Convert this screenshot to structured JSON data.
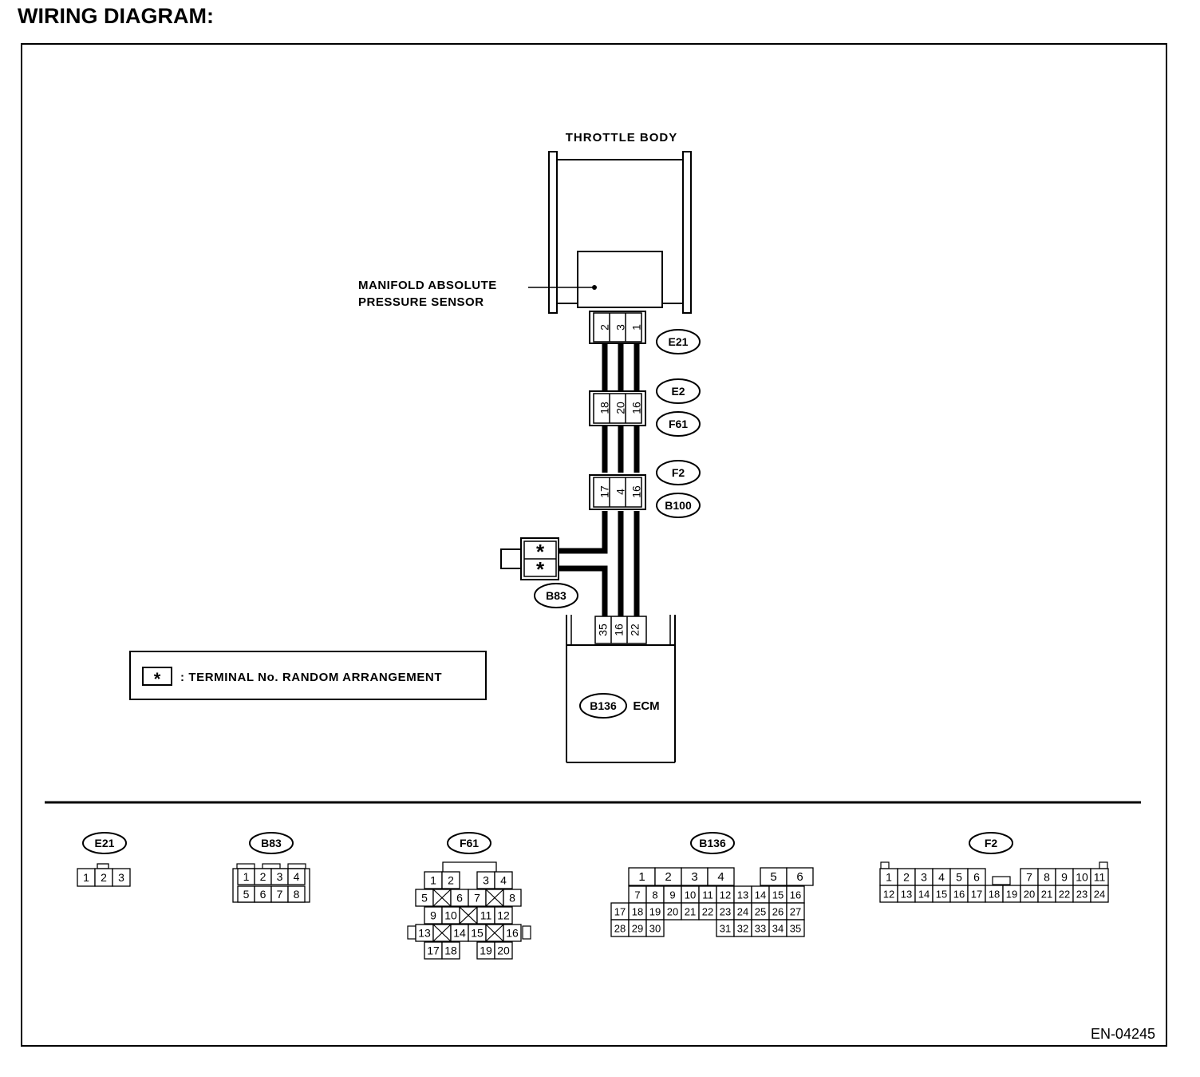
{
  "title": "WIRING DIAGRAM:",
  "doc_id": "EN-04245",
  "components": {
    "throttle_body": "THROTTLE BODY",
    "map_sensor_line1": "MANIFOLD ABSOLUTE",
    "map_sensor_line2": "PRESSURE SENSOR",
    "ecm": "ECM"
  },
  "legend": {
    "symbol": "*",
    "text": ": TERMINAL No. RANDOM ARRANGEMENT"
  },
  "connectors": {
    "e21": {
      "label": "E21",
      "pins": [
        "2",
        "3",
        "1"
      ]
    },
    "e2_f61": {
      "labels": [
        "E2",
        "F61"
      ],
      "pins": [
        "18",
        "20",
        "16"
      ]
    },
    "f2_b100": {
      "labels": [
        "F2",
        "B100"
      ],
      "pins": [
        "17",
        "4",
        "16"
      ]
    },
    "b83": {
      "label": "B83",
      "pins": [
        "*",
        "*"
      ]
    },
    "b136": {
      "label": "B136",
      "pins": [
        "35",
        "16",
        "22"
      ]
    }
  },
  "faces": {
    "e21": {
      "label": "E21",
      "rows": [
        [
          "1",
          "2",
          "3"
        ]
      ]
    },
    "b83": {
      "label": "B83",
      "rows": [
        [
          "1",
          "2",
          "3",
          "4"
        ],
        [
          "5",
          "6",
          "7",
          "8"
        ]
      ]
    },
    "f61": {
      "label": "F61",
      "rows": [
        [
          "1",
          "2",
          "",
          "3",
          "4"
        ],
        [
          "5",
          "X",
          "6",
          "7",
          "X",
          "8"
        ],
        [
          "9",
          "10",
          "X",
          "11",
          "12"
        ],
        [
          "13",
          "X",
          "14",
          "15",
          "X",
          "16"
        ],
        [
          "17",
          "18",
          "",
          "19",
          "20"
        ]
      ]
    },
    "b136": {
      "label": "B136",
      "rows": [
        [
          "",
          "1",
          "2",
          "3",
          "4",
          "",
          "5",
          "6"
        ],
        [
          "",
          "7",
          "8",
          "9",
          "10",
          "11",
          "12",
          "13",
          "14",
          "15",
          "16"
        ],
        [
          "17",
          "18",
          "19",
          "20",
          "21",
          "22",
          "23",
          "24",
          "25",
          "26",
          "27"
        ],
        [
          "28",
          "29",
          "30",
          "",
          "",
          "",
          "31",
          "32",
          "33",
          "34",
          "35"
        ]
      ]
    },
    "f2": {
      "label": "F2",
      "rows": [
        [
          "1",
          "2",
          "3",
          "4",
          "5",
          "6",
          "",
          "",
          "7",
          "8",
          "9",
          "10",
          "11"
        ],
        [
          "12",
          "13",
          "14",
          "15",
          "16",
          "17",
          "18",
          "19",
          "20",
          "21",
          "22",
          "23",
          "24"
        ]
      ]
    }
  }
}
